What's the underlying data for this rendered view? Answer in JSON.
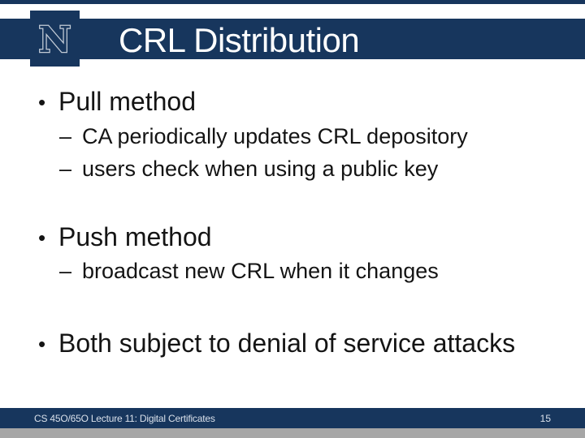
{
  "slide": {
    "title": "CRL Distribution",
    "logo": {
      "letter": "N"
    },
    "markers": {
      "level1": "•",
      "level2": "–"
    },
    "bullets": [
      {
        "level": 1,
        "text": "Pull method"
      },
      {
        "level": 2,
        "text": "CA periodically updates CRL depository"
      },
      {
        "level": 2,
        "text": "users check when using a public key"
      },
      {
        "level": 1,
        "text": "Push method"
      },
      {
        "level": 2,
        "text": "broadcast new CRL when it changes"
      },
      {
        "level": 1,
        "text": "Both subject to denial of service attacks"
      }
    ],
    "footer": {
      "course": "CS 45O/65O Lecture 11: Digital Certificates",
      "page_number": "15"
    },
    "colors": {
      "navy": "#17365D",
      "logo_silver": "#C2CBD6",
      "bottom_gray": "#A6A6A6",
      "body_text": "#141414",
      "title_text": "#FFFFFF",
      "footer_text": "#D9E0EA"
    }
  }
}
